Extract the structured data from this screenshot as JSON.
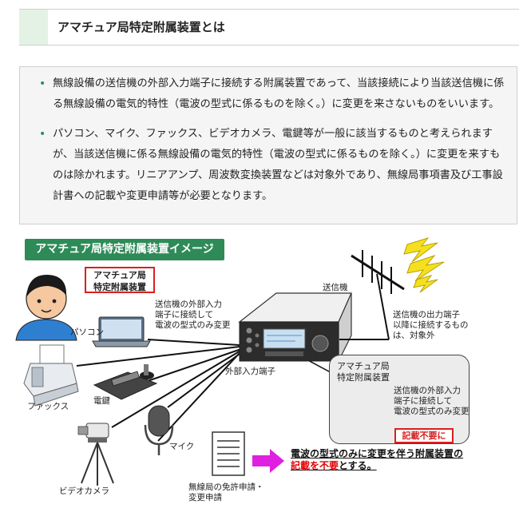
{
  "header": {
    "title": "アマチュア局特定附属装置とは"
  },
  "definition": {
    "items": [
      "無線設備の送信機の外部入力端子に接続する附属装置であって、当該接続により当該送信機に係る無線設備の電気的特性（電波の型式に係るものを除く。）に変更を来さないものをいいます。",
      "パソコン、マイク、ファックス、ビデオカメラ、電鍵等が一般に該当するものと考えられますが、当該送信機に係る無線設備の電気的特性（電波の型式に係るものを除く。）に変更を来すものは除かれます。リニアアンプ、周波数変換装置などは対象外であり、無線局事項書及び工事設計書への記載や変更申請等が必要となります。"
    ]
  },
  "diagram": {
    "ribbon_title": "アマチュア局特定附属装置イメージ",
    "device_box": {
      "line1": "アマチュア局",
      "line2": "特定附属装置"
    },
    "pc_note": {
      "line1": "送信機の外部入力",
      "line2": "端子に接続して",
      "line3": "電波の型式のみ変更"
    },
    "labels": {
      "pc": "パソコン",
      "fax": "ファックス",
      "key": "電鍵",
      "mic": "マイク",
      "camera": "ビデオカメラ",
      "transmitter": "送信機",
      "input_terminal": "外部入力端子"
    },
    "output_note": {
      "line1": "送信機の出力端子",
      "line2": "以降に接続するもの",
      "line3": "は、対象外"
    },
    "callout": {
      "title1": "アマチュア局",
      "title2": "特定附属装置",
      "note1": "送信機の外部入力",
      "note2": "端子に接続して",
      "note3": "電波の型式のみ変更",
      "badge": "記載不要に"
    },
    "document": {
      "line1": "無線局の免許申請・",
      "line2": "変更申請"
    },
    "conclusion": {
      "line1": "電波の型式のみに変更を伴う附属装置の",
      "line2_red": "記載を不要",
      "line2_rest": "とする。"
    }
  },
  "colors": {
    "accent_green": "#2e8b57",
    "header_green": "#e3f2e4",
    "red": "#d92020",
    "arrow_magenta": "#e020e0",
    "lightning_yellow": "#f5e020"
  }
}
